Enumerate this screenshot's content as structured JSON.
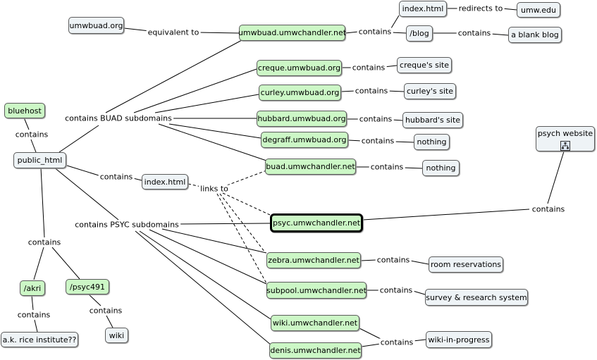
{
  "nodes": {
    "bluehost": "bluehost",
    "public_html": "public_html",
    "akri": "/akri",
    "psyc491": "/psyc491",
    "akri_site": "a.k. rice institute??",
    "wiki_folder": "wiki",
    "index_root": "index.html",
    "umwbuad_org": "umwbuad.org",
    "umwbuad_sub": "umwbuad.umwchandler.net",
    "index_umwbuad": "index.html",
    "umw_edu": "umw.edu",
    "blog": "/blog",
    "blank_blog": "a blank blog",
    "creque": "creque.umwbuad.org",
    "creque_site": "creque's site",
    "curley": "curley.umwbuad.org",
    "curley_site": "curley's site",
    "hubbard": "hubbard.umwbuad.org",
    "hubbard_site": "hubbard's site",
    "degraff": "degraff.umwbuad.org",
    "degraff_site": "nothing",
    "buad": "buad.umwchandler.net",
    "buad_site": "nothing",
    "psyc": "psyc.umwchandler.net",
    "psych_website": "psych website",
    "zebra": "zebra.umwchandler.net",
    "zebra_site": "room reservations",
    "subpool": "subpool.umwchandler.net",
    "subpool_site": "survey & research system",
    "wiki_sub": "wiki.umwchandler.net",
    "denis": "denis.umwchandler.net",
    "wiki_progress": "wiki-in-progress"
  },
  "labels": {
    "contains_bluehost": "contains",
    "contains_root": "contains",
    "contains_akri": "contains",
    "contains_psyc491": "contains",
    "contains_index": "contains",
    "links_to": "links to",
    "equivalent_to": "equivalent to",
    "contains_umwbuad": "contains",
    "redirects_to": "redirects to",
    "contains_blog": "contains",
    "buad_subdomains": "contains BUAD subdomains",
    "psyc_subdomains": "contains PSYC subdomains",
    "contains_creque": "contains",
    "contains_curley": "contains",
    "contains_hubbard": "contains",
    "contains_degraff": "contains",
    "contains_buad": "contains",
    "contains_psych": "contains",
    "contains_zebra": "contains",
    "contains_subpool": "contains",
    "contains_wiki": "contains"
  }
}
